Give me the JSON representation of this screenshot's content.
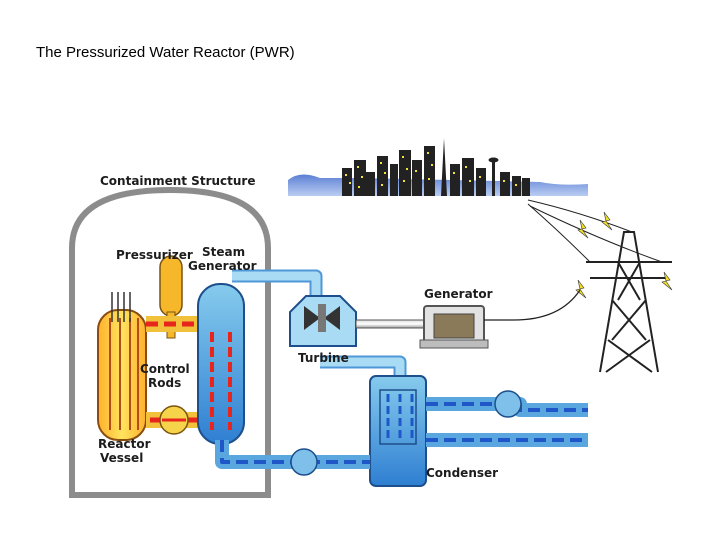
{
  "slide": {
    "title": "The Pressurized Water Reactor (PWR)"
  },
  "labels": {
    "containment": "Containment Structure",
    "pressurizer": "Pressurizer",
    "steam": "Steam",
    "generator_sg": "Generator",
    "generator": "Generator",
    "control": "Control",
    "rods": "Rods",
    "turbine": "Turbine",
    "reactor": "Reactor",
    "vessel": "Vessel",
    "condenser": "Condenser"
  },
  "colors": {
    "hot_loop": "#e8251c",
    "cold_loop": "#1f57c9",
    "steam": "#8fd0ef",
    "fuel": "#ffe25a",
    "containment": "#ffffff"
  }
}
